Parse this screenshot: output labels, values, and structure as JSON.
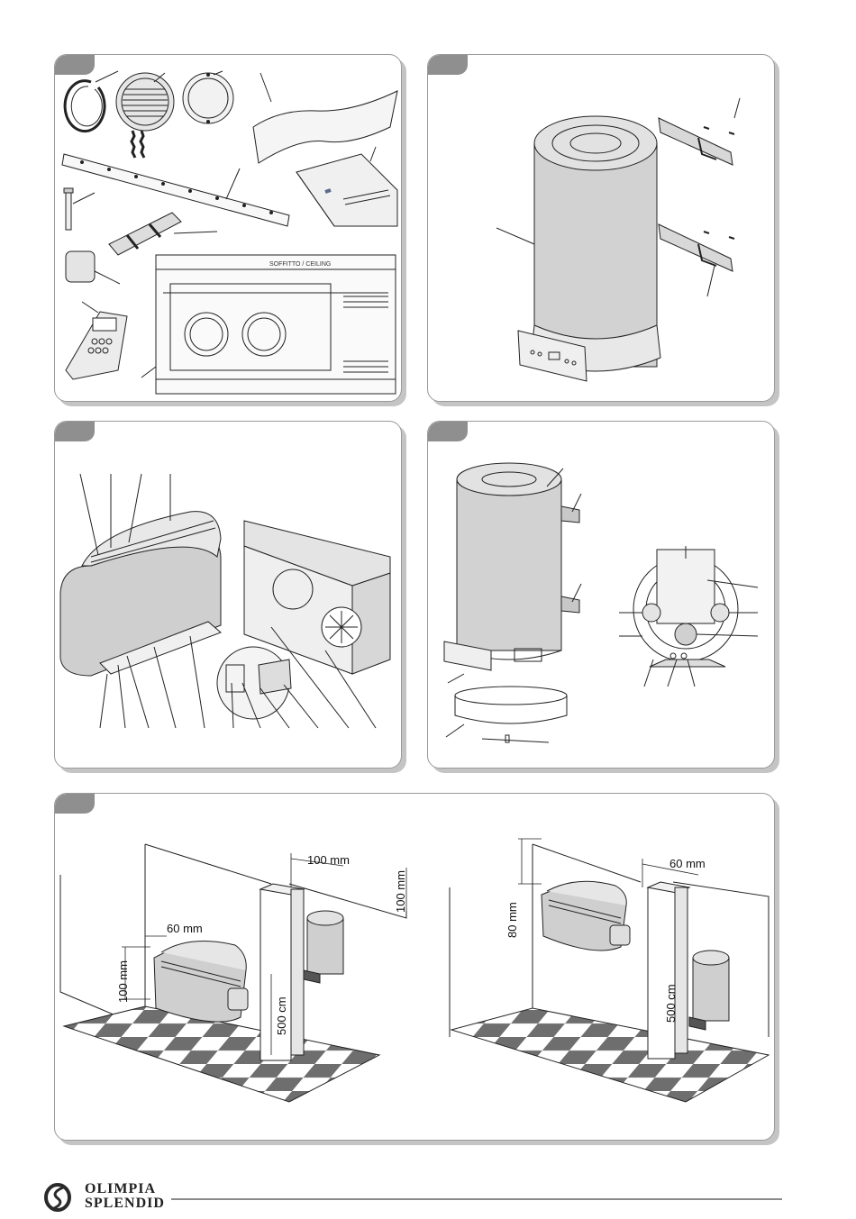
{
  "figures": [
    {
      "id": "fig-1",
      "subject": "kit-components"
    },
    {
      "id": "fig-2",
      "subject": "external-unit-wall-brackets"
    },
    {
      "id": "fig-3",
      "subject": "indoor-unit-parts"
    },
    {
      "id": "fig-4",
      "subject": "external-unit-parts"
    },
    {
      "id": "fig-5",
      "subject": "installation-clearances"
    }
  ],
  "template": {
    "title": "SOFFITTO / CEILING"
  },
  "clearances": {
    "left": {
      "side_gap": "60 mm",
      "height_above": "100 mm",
      "unit_gap": "100 mm",
      "wall_gap": "100 mm",
      "vertical_gap": "500 cm"
    },
    "right": {
      "side_gap": "60 mm",
      "height_above": "80 mm",
      "vertical_gap": "500 cm"
    }
  },
  "footer": {
    "brand_line1": "OLIMPIA",
    "brand_line2": "SPLENDID"
  },
  "colors": {
    "tab": "#8f8f8f",
    "border": "#9a9a9a",
    "shadow": "#c4c4c4",
    "unit_fill": "#cfcfcf",
    "floor_dark": "#6e6e6e"
  }
}
